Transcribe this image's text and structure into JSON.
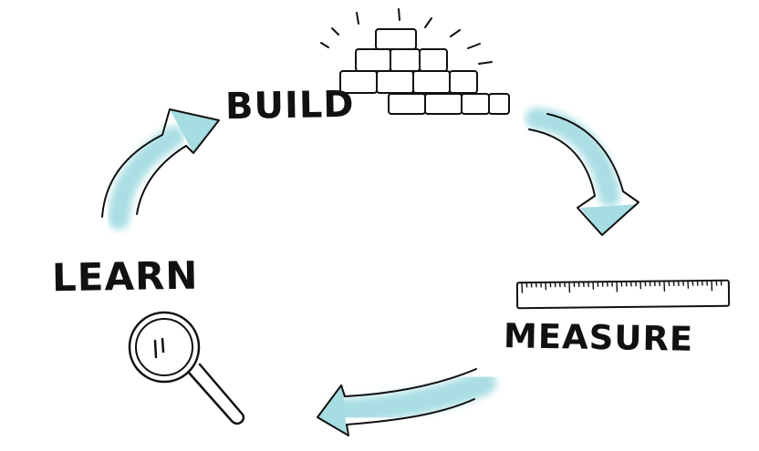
{
  "steps": {
    "build": "BUILD",
    "measure": "MEASURE",
    "learn": "LEARN"
  },
  "colors": {
    "arrow_fill": "#a6dde3",
    "ink": "#111111",
    "background": "#ffffff"
  },
  "icons": {
    "build": "brick-wall-icon",
    "measure": "ruler-icon",
    "learn": "magnifying-glass-icon"
  }
}
